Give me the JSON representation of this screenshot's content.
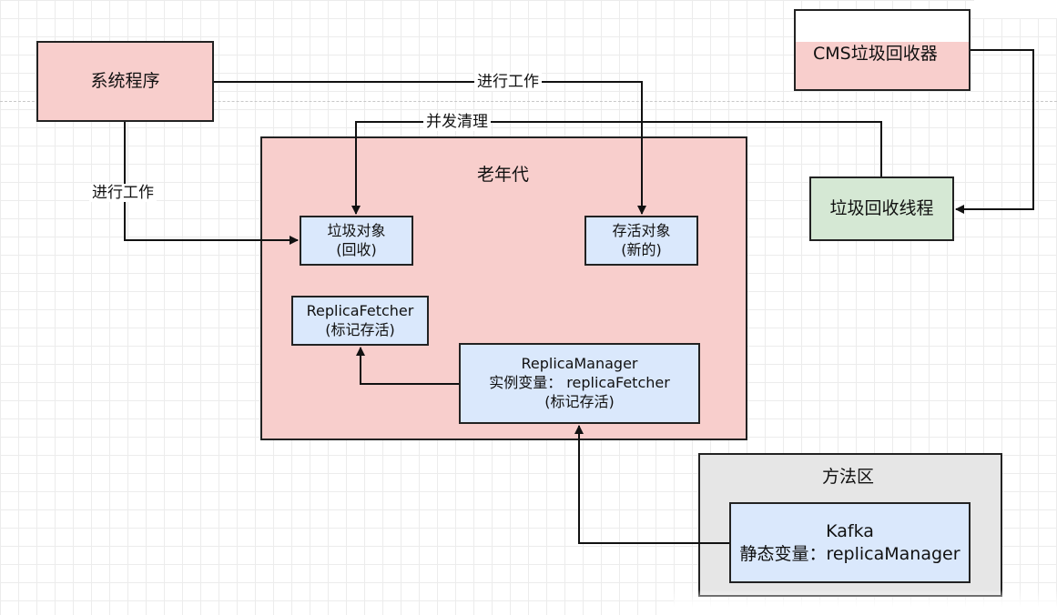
{
  "nodes": {
    "system_program": "系统程序",
    "cms_collector": "CMS垃圾回收器",
    "gc_thread": "垃圾回收线程",
    "old_gen": "老年代",
    "garbage_obj": [
      "垃圾对象",
      "(回收)"
    ],
    "live_obj": [
      "存活对象",
      "(新的)"
    ],
    "replica_fetcher": [
      "ReplicaFetcher",
      "(标记存活)"
    ],
    "replica_manager": [
      "ReplicaManager",
      "实例变量： replicaFetcher",
      "(标记存活)"
    ],
    "method_area": "方法区",
    "kafka": [
      "Kafka",
      "静态变量：replicaManager"
    ]
  },
  "edges": {
    "work_top": "进行工作",
    "work_left": "进行工作",
    "concurrent_clean": "并发清理"
  },
  "colors": {
    "pink": "#f8cecc",
    "blue": "#dae8fc",
    "green": "#d5e8d4",
    "gray": "#e6e6e6",
    "stroke": "#222222"
  }
}
